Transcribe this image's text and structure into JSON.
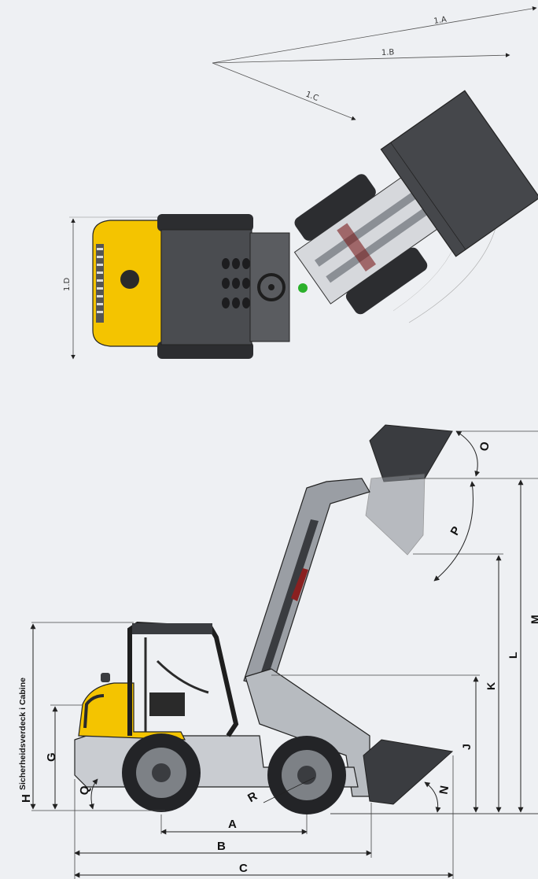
{
  "top_view": {
    "labels": {
      "r1a": "1.A",
      "r1b": "1.B",
      "r1c": "1.C",
      "r1d": "1.D"
    }
  },
  "side_view": {
    "labels": {
      "A": "A",
      "B": "B",
      "C": "C",
      "G": "G",
      "H": "H",
      "H_note": "Sicherheidsverdeck i Cabine",
      "J": "J",
      "K": "K",
      "L": "L",
      "M": "M",
      "N": "N",
      "O": "O",
      "P": "P",
      "Q": "Q",
      "R": "R"
    }
  },
  "colors": {
    "body_yellow": "#f4c400",
    "dark_grey": "#3a3c40",
    "mid_grey": "#8b8f95",
    "light_grey": "#c9ccd1",
    "background": "#eef0f3",
    "accent_green": "#2bb02b"
  }
}
